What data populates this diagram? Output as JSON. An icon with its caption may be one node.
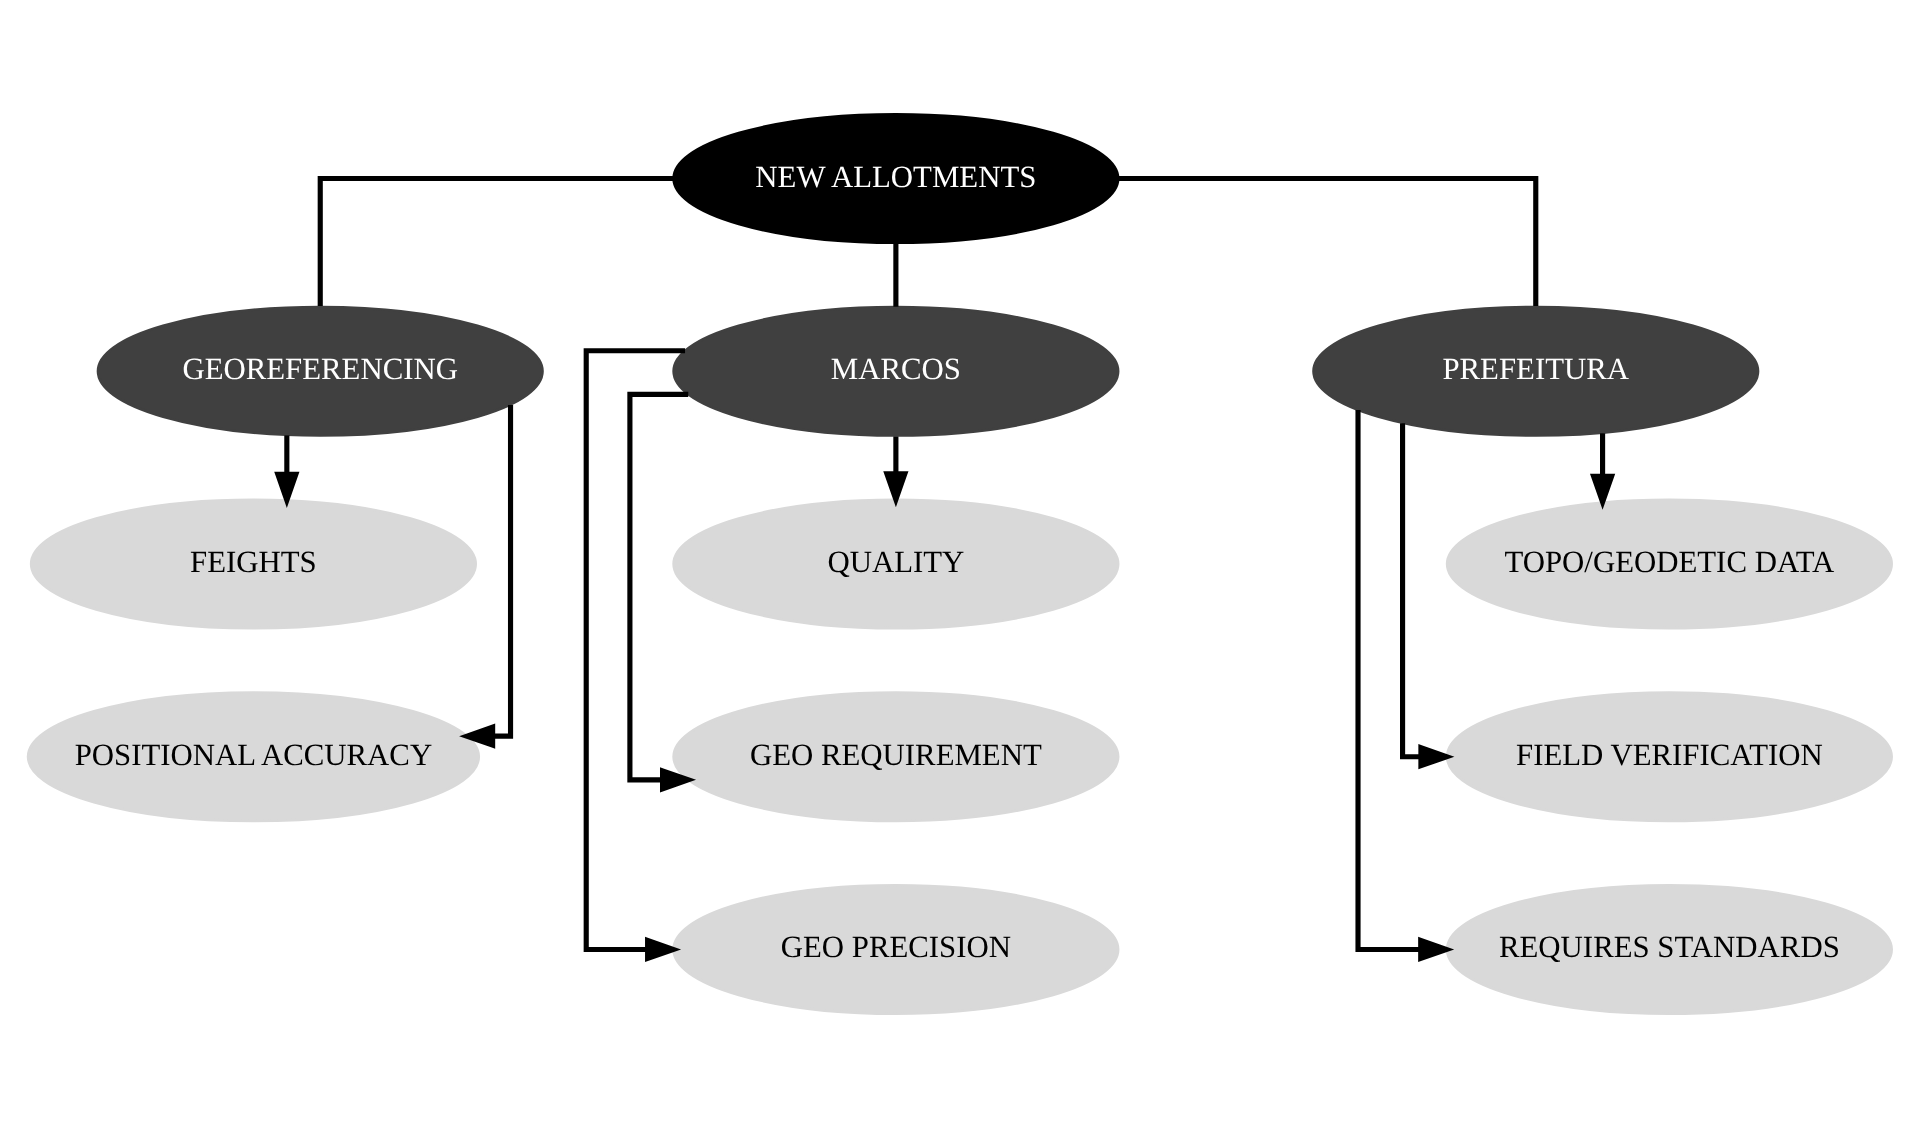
{
  "diagram": {
    "nodes": [
      {
        "text": [
          "NEW ALLOTMENTS"
        ]
      },
      {
        "text": [
          "GEOREFERENCING"
        ]
      },
      {
        "text": [
          "MARCOS"
        ]
      },
      {
        "text": [
          "PREFEITURA"
        ]
      },
      {
        "text": [
          "FEIGHTS"
        ]
      },
      {
        "text": [
          "POSITIONAL ACCURACY"
        ]
      },
      {
        "text": [
          "QUALITY"
        ]
      },
      {
        "text": [
          "GEO REQUIREMENT"
        ]
      },
      {
        "text": [
          "GEO PRECISION"
        ]
      },
      {
        "text": [
          "TOPO/GEODETIC DATA"
        ]
      },
      {
        "text": [
          "FIELD VERIFICATION"
        ]
      },
      {
        "text": [
          "REQUIRES STANDARDS"
        ]
      }
    ],
    "edges": [
      {
        "from": 0,
        "to": 1,
        "arrow": "none"
      },
      {
        "from": 0,
        "to": 2,
        "arrow": "none"
      },
      {
        "from": 0,
        "to": 3,
        "arrow": "none"
      },
      {
        "from": 1,
        "to": 4,
        "arrow": "to"
      },
      {
        "from": 1,
        "to": 5,
        "arrow": "to"
      },
      {
        "from": 2,
        "to": 6,
        "arrow": "to"
      },
      {
        "from": 2,
        "to": 7,
        "arrow": "to"
      },
      {
        "from": 2,
        "to": 8,
        "arrow": "to"
      },
      {
        "from": 3,
        "to": 9,
        "arrow": "to"
      },
      {
        "from": 3,
        "to": 10,
        "arrow": "to"
      },
      {
        "from": 3,
        "to": 11,
        "arrow": "to"
      }
    ]
  }
}
